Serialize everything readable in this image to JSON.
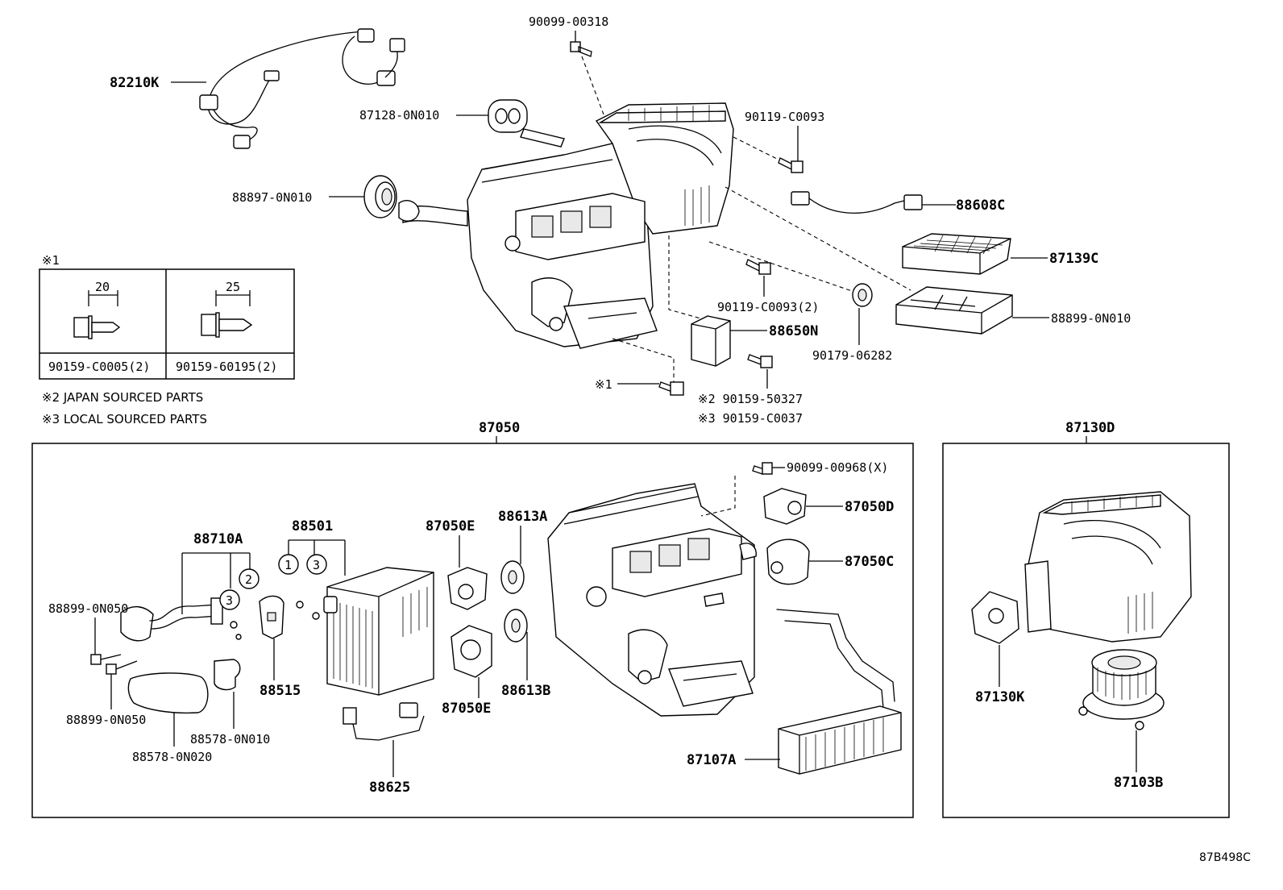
{
  "diagram_code": "87B498C",
  "callouts": {
    "p82210K": "82210K",
    "p90099_00318": "90099-00318",
    "p87128_0N010": "87128-0N010",
    "p90119_C0093_top": "90119-C0093",
    "p88897_0N010": "88897-0N010",
    "p88608C": "88608C",
    "p87139C": "87139C",
    "p90119_C0093_2": "90119-C0093(2)",
    "p88650N": "88650N",
    "p88899_0N010": "88899-0N010",
    "p90179_06282": "90179-06282",
    "x1_marker": "※1",
    "p90159_50327": "※2 90159-50327",
    "p90159_C0037": "※3 90159-C0037",
    "p87050": "87050",
    "p87130D": "87130D",
    "p90099_00968": "90099-00968(X)",
    "p87050D": "87050D",
    "p87050C": "87050C",
    "p88710A": "88710A",
    "p88501": "88501",
    "p87050E_a": "87050E",
    "p88613A": "88613A",
    "p88899_0N050_a": "88899-0N050",
    "p88899_0N050_b": "88899-0N050",
    "p88515": "88515",
    "p88613B": "88613B",
    "p87050E_b": "87050E",
    "p88578_0N010": "88578-0N010",
    "p88578_0N020": "88578-0N020",
    "p88625": "88625",
    "p87107A": "87107A",
    "p87130K": "87130K",
    "p87103B": "87103B",
    "circle1": "1",
    "circle2": "2",
    "circle3a": "3",
    "circle3b": "3"
  },
  "legend": {
    "title": "※1",
    "dim_left": "20",
    "dim_right": "25",
    "part_left": "90159-C0005(2)",
    "part_right": "90159-60195(2)",
    "note2": "※2 JAPAN SOURCED PARTS",
    "note3": "※3 LOCAL SOURCED PARTS"
  }
}
